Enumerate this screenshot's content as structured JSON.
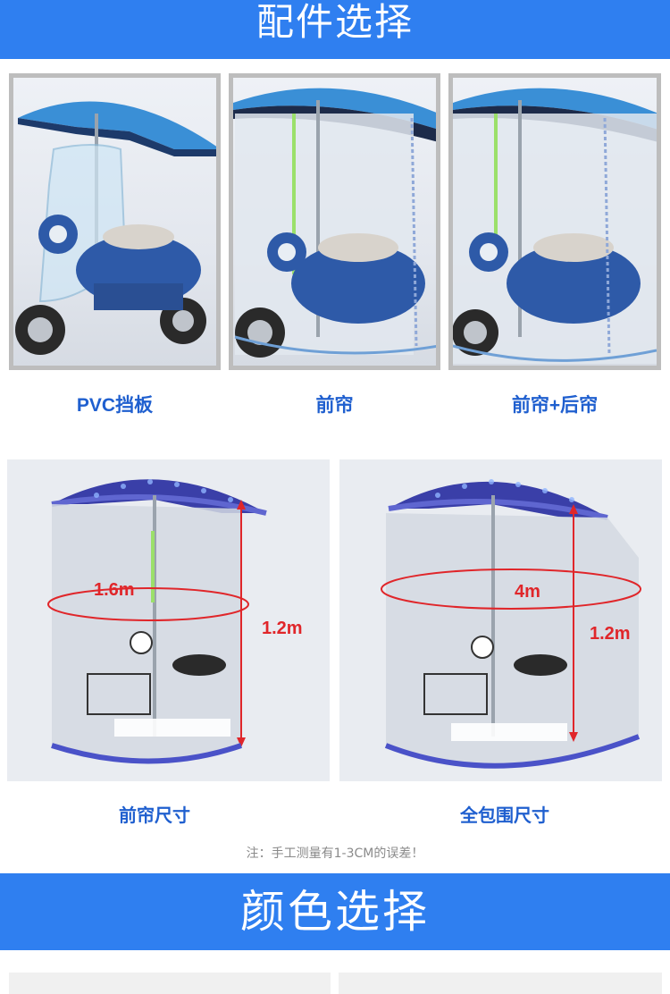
{
  "sections": {
    "accessories_title": "配件选择",
    "color_title": "颜色选择"
  },
  "accessories": [
    {
      "label": "PVC挡板"
    },
    {
      "label": "前帘"
    },
    {
      "label": "前帘+后帘"
    }
  ],
  "sizes": [
    {
      "label": "前帘尺寸",
      "circumference": "1.6m",
      "height": "1.2m"
    },
    {
      "label": "全包围尺寸",
      "circumference": "4m",
      "height": "1.2m"
    }
  ],
  "note": "注：手工测量有1-3CM的误差！",
  "colors": {
    "umbrella_blue": "#3a8fd6",
    "umbrella_navy": "#3a3fa8",
    "scooter_blue": "#2e5aa8",
    "banner_blue": "#2f7ff0",
    "caption_blue": "#1f5fcf",
    "dimension_red": "#e0262a"
  }
}
